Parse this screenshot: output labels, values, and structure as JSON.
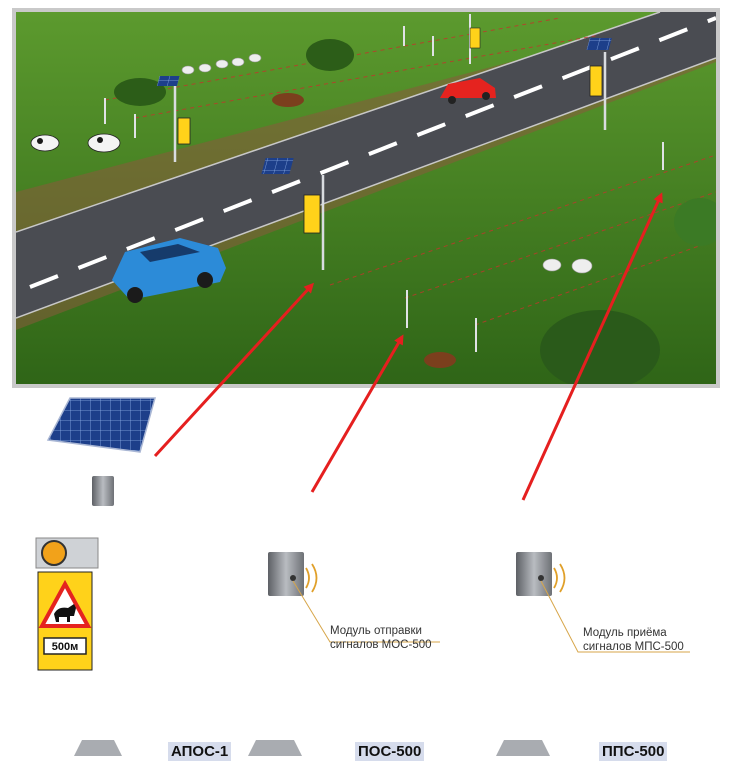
{
  "scene": {
    "sign_distance": "500м",
    "colors": {
      "grass": "#3f7a1f",
      "road": "#4a4c52",
      "arrow": "#e51f1f",
      "panel": "#1d3f8a",
      "sign": "#ffd21a"
    }
  },
  "devices": [
    {
      "id": "apos",
      "title": "АПОС-1"
    },
    {
      "id": "pos",
      "title": "ПОС-500",
      "note_line1": "Модуль отправки",
      "note_line2": "сигналов МОС-500"
    },
    {
      "id": "pps",
      "title": "ППС-500",
      "note_line1": "Модуль приёма",
      "note_line2": "сигналов МПС-500"
    }
  ]
}
